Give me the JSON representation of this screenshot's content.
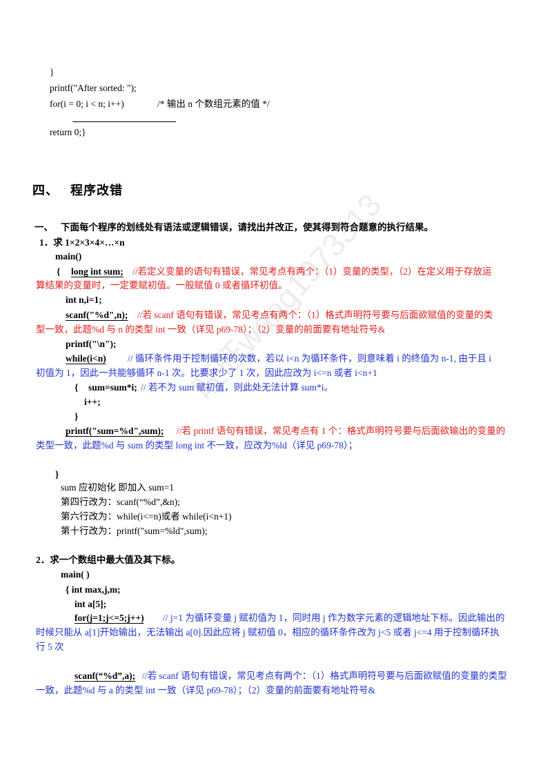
{
  "watermark": "旺旺wang1973313",
  "code_tail": {
    "brace": "}",
    "printf": "printf(\"After sorted: \");",
    "for_stmt": "for(i = 0; i < n; i++)",
    "for_comment": "/*  输出 n 个数组元素的值  */",
    "ret": "return 0;}"
  },
  "section": {
    "number": "四、",
    "title": "程序改错"
  },
  "part": {
    "number": "一、",
    "instruction": "下面每个程序的划线处有语法或逻辑错误，请找出并改正，使其得到符合题意的执行结果。"
  },
  "problem1": {
    "title": "1．求 1×2×3×4×…×n",
    "main": "main()",
    "brace_open": "{",
    "decl": "long int sum;",
    "decl_comment_a": "//若定义变量的语句有错误，常见考点有两个：（1）变量的类型，（2）在定义用于存放运",
    "decl_comment_b": "算结果的变量时，一定要赋初值。一般赋值 0 或者循环初值。",
    "int_line": "int n,i=1;",
    "scanf": "scanf(\"%d\",n);",
    "scanf_comment_a": "//若 scanf 语句有错误，常见考点有两个：（1）格式声明符号要与后面欲赋值的变量的类",
    "scanf_comment_b": "型一致，此题%d 与 n 的类型 int 一致（详见 p69-78）；（2）变量的前面要有地址符号&",
    "printf_nl": "printf(\"\\n\");",
    "while": "while(i<n)",
    "while_comment_a": "//  循环条件用于控制循环的次数，若以 i<n  为循环条件，则意味着 i 的终值为 n-1,  由于且 i",
    "while_comment_b": "初值为 1，因此一共能够循环 n-1 次。比要求少了 1 次，因此应改为 i<=n  或者 i<n+1",
    "body_open": "{",
    "sum_stmt": "sum=sum*i;",
    "sum_comment": "//  若不为 sum 赋初值，则此处无法计算 sum*i。",
    "inc": "i++;",
    "body_close": "}",
    "printf_sum": "printf(\"sum=%d\",sum);",
    "printf_comment_a": "//若 printf 语句有错误，常见考点有 1 个：格式声明符号要与后面欲输出的变量的",
    "printf_comment_b": "类型一致，此题%d 与 sum 的类型 long int 不一致，应改为%ld（详见 p69-78）；",
    "brace_close": "}",
    "fixes": [
      "sum 应初始化  即加入 sum=1",
      "第四行改为：scanf(“%d”,&n);",
      "第六行改为：while(i<=n)或者  while(i<n+1)",
      "第十行改为：printf(\"sum=%ld\",sum);"
    ]
  },
  "problem2": {
    "title": "2．求一个数组中最大值及其下标。",
    "main": "main( )",
    "decl": "{ int max,j,m;",
    "arr": "int a[5];",
    "for": "for(j=1;j<=5;j++)",
    "for_comment_a": "// j=1 为循环变量 j 赋初值为 1，同时用 j 作为数字元素的逻辑地址下标。因此输出的",
    "for_comment_b": "时候只能从 a[1]开始输出，无法输出 a[0].因此应将 j 赋初值 0，相应的循环条件改为 j<5 或者 j<=4 用于控制循环执",
    "for_comment_c": "行 5 次",
    "scanf": "scanf(“%d”,a);",
    "scanf_comment_a": "//若 scanf 语句有错误，常见考点有两个：（1）格式声明符号要与后面欲赋值的变量的类型",
    "scanf_comment_b": "一致，此题%d 与 a 的类型 int 一致（详见 p69-78）；（2）变量的前面要有地址符号&"
  }
}
